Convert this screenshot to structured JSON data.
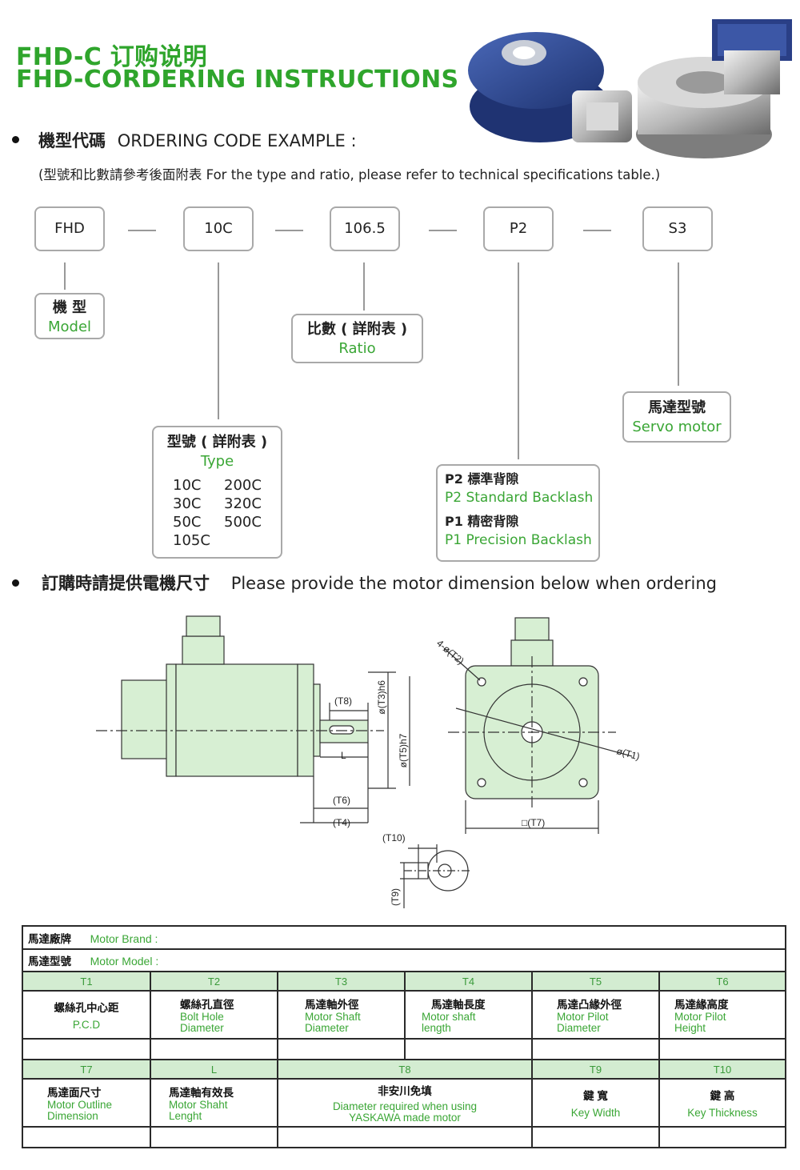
{
  "header": {
    "title_zh": "FHD-C 订购说明",
    "title_en": "FHD-CORDERING INSTRUCTIONS"
  },
  "section1": {
    "heading_zh": "機型代碼",
    "heading_en": "ORDERING CODE EXAMPLE :",
    "note": "(型號和比數請參考後面附表 For the type and ratio, please refer to technical specifications table.)"
  },
  "codes": [
    "FHD",
    "10C",
    "106.5",
    "P2",
    "S3"
  ],
  "legend": {
    "model_zh": "機 型",
    "model_en": "Model",
    "ratio_zh": "比數 ( 詳附表 )",
    "ratio_en": "Ratio",
    "servo_zh": "馬達型號",
    "servo_en": "Servo motor",
    "type_zh": "型號 ( 詳附表 )",
    "type_en": "Type",
    "type_values": [
      "10C",
      "200C",
      "30C",
      "320C",
      "50C",
      "500C",
      "105C"
    ],
    "backlash_p2_zh": "P2 標準背隙",
    "backlash_p2_en": "P2 Standard Backlash",
    "backlash_p1_zh": "P1 精密背隙",
    "backlash_p1_en": "P1 Precision Backlash"
  },
  "section2": {
    "heading_zh": "訂購時請提供電機尺寸",
    "heading_en": "Please provide the motor dimension below when ordering"
  },
  "drawing": {
    "labels": {
      "t1": "ø(T1)",
      "t2": "4-ø(T2)",
      "t3": "ø(T3)h6",
      "t4": "(T4)",
      "t5": "ø(T5)h7",
      "t6": "(T6)",
      "t7": "□(T7)",
      "t8": "(T8)",
      "t9": "(T9)",
      "t10": "(T10)",
      "l": "L"
    },
    "colors": {
      "body": "#d7efd3",
      "line": "#333333"
    }
  },
  "table": {
    "brand_zh": "馬達廠牌",
    "brand_en": "Motor Brand :",
    "model_zh": "馬達型號",
    "model_en": "Motor Model :",
    "row1": [
      {
        "code": "T1",
        "zh": "螺絲孔中心距",
        "en": "P.C.D"
      },
      {
        "code": "T2",
        "zh": "螺絲孔直徑",
        "en": "Bolt Hole Diameter"
      },
      {
        "code": "T3",
        "zh": "馬達軸外徑",
        "en": "Motor Shaft Diameter"
      },
      {
        "code": "T4",
        "zh": "馬達軸長度",
        "en": "Motor shaft length"
      },
      {
        "code": "T5",
        "zh": "馬達凸緣外徑",
        "en": "Motor Pilot Diameter"
      },
      {
        "code": "T6",
        "zh": "馬達緣高度",
        "en": "Motor Pilot Height"
      }
    ],
    "row2": [
      {
        "code": "T7",
        "zh": "馬達面尺寸",
        "en": "Motor Outline Dimension"
      },
      {
        "code": "L",
        "zh": "馬達軸有效長",
        "en": "Motor Shaht Lenght"
      },
      {
        "code": "T8",
        "zh": "非安川免填",
        "en": "Diameter required when using YASKAWA made motor"
      },
      {
        "code": "T9",
        "zh": "鍵 寬",
        "en": "Key Width"
      },
      {
        "code": "T10",
        "zh": "鍵 高",
        "en": "Key Thickness"
      }
    ]
  }
}
